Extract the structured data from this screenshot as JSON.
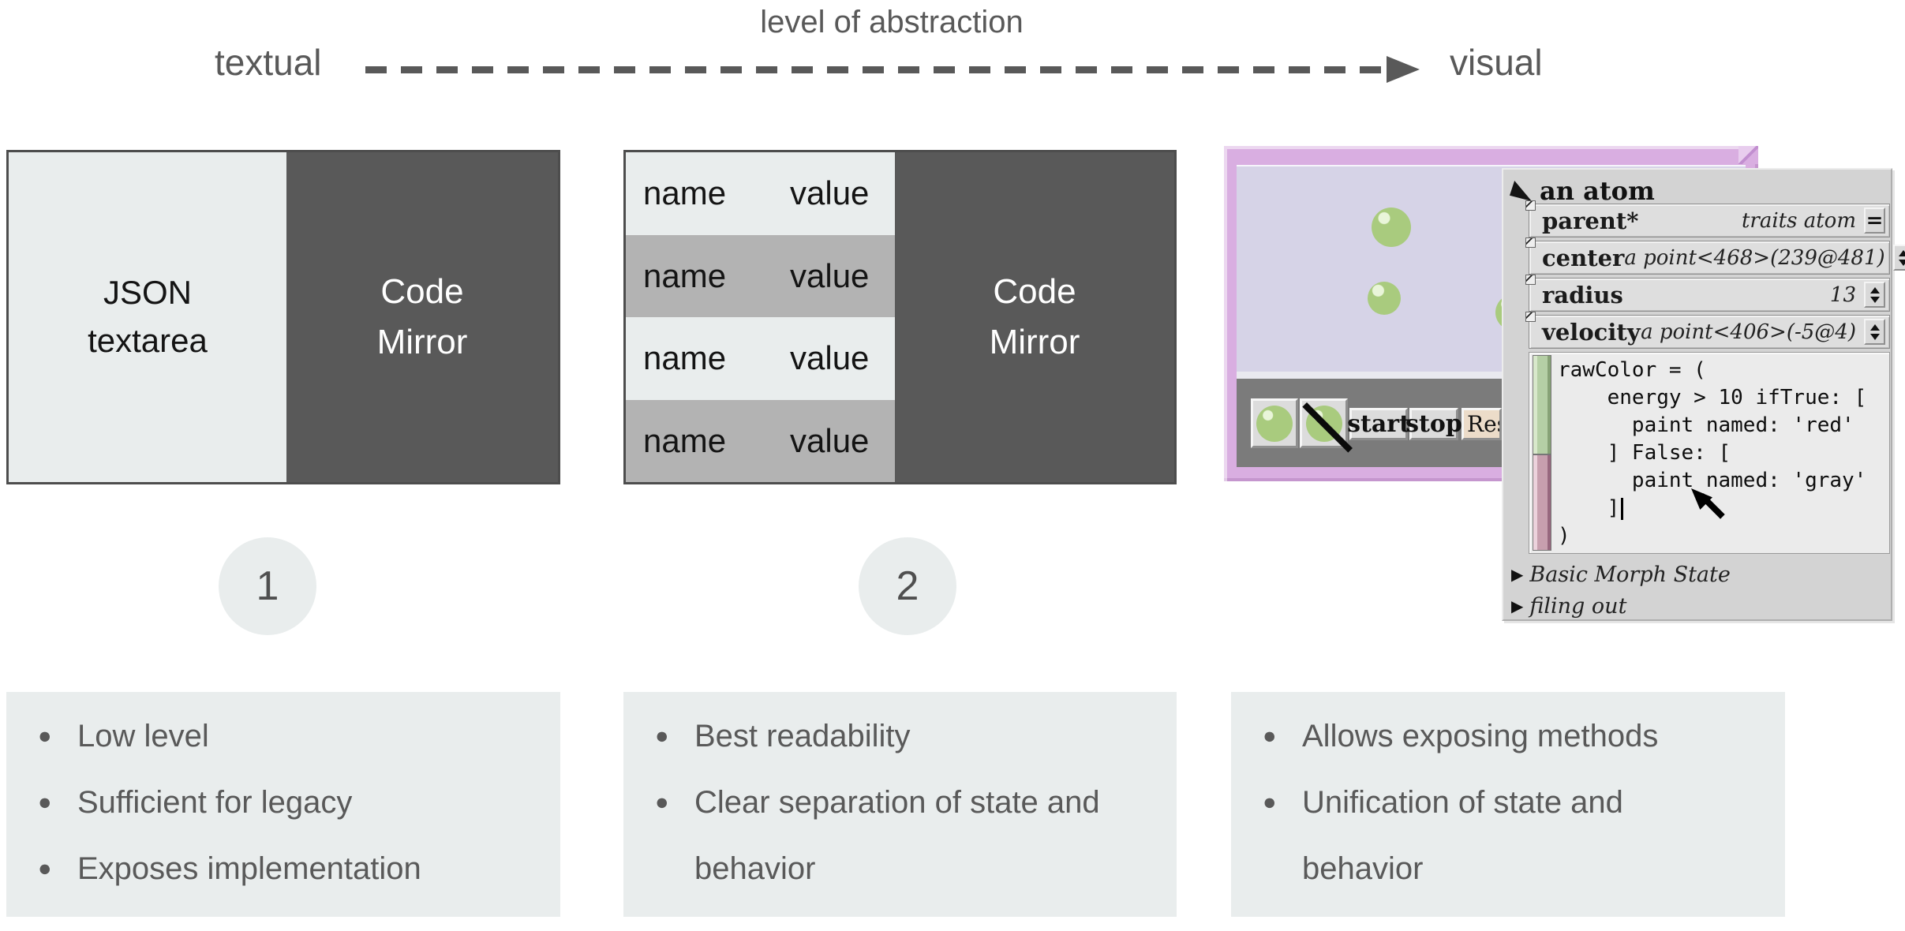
{
  "header": {
    "axis_label": "level of abstraction",
    "left_label": "textual",
    "right_label": "visual"
  },
  "box1": {
    "left_panel": "JSON textarea",
    "right_panel": "Code Mirror"
  },
  "box2": {
    "rows": [
      {
        "name": "name",
        "value": "value"
      },
      {
        "name": "name",
        "value": "value"
      },
      {
        "name": "name",
        "value": "value"
      },
      {
        "name": "name",
        "value": "value"
      }
    ],
    "right_panel": "Code Mirror"
  },
  "badges": [
    "1",
    "2"
  ],
  "lists": [
    {
      "items": [
        "Low level",
        "Sufficient for legacy",
        "Exposes implementation"
      ]
    },
    {
      "items": [
        "Best readability",
        "Clear separation of state and behavior"
      ]
    },
    {
      "items": [
        "Allows exposing methods",
        "Unification of state and behavior"
      ]
    }
  ],
  "morphic": {
    "window_title": "an atom",
    "toolbar": {
      "start": "start",
      "stop": "stop",
      "resize": "Resi"
    },
    "slots": [
      {
        "name": "parent*",
        "value": "traits atom",
        "control": "equals"
      },
      {
        "name": "center",
        "value": "a point<468>(239@481)",
        "control": "stepper"
      },
      {
        "name": "radius",
        "value": "13",
        "control": "stepper"
      },
      {
        "name": "velocity",
        "value": "a point<406>(-5@4)",
        "control": "stepper"
      }
    ],
    "equals_glyph": "=",
    "code": [
      "rawColor = (",
      "    energy > 10 ifTrue: [",
      "      paint named: 'red'",
      "    ] False: [",
      "      paint named: 'gray'",
      "    ]",
      ")"
    ],
    "categories": [
      "Basic Morph State",
      "filing out"
    ]
  },
  "colors": {
    "slide_text": "#595959",
    "panel_light": "#e9eded",
    "row_medium": "#b3b3b3",
    "box_dark": "#595959",
    "plum_window": "#d9aee1",
    "canvas_lavender": "#d6d3e7",
    "atom_green": "#a9cb7e",
    "scrollbar_green": "#b5cfa5",
    "scrollbar_rose": "#c79fae"
  }
}
